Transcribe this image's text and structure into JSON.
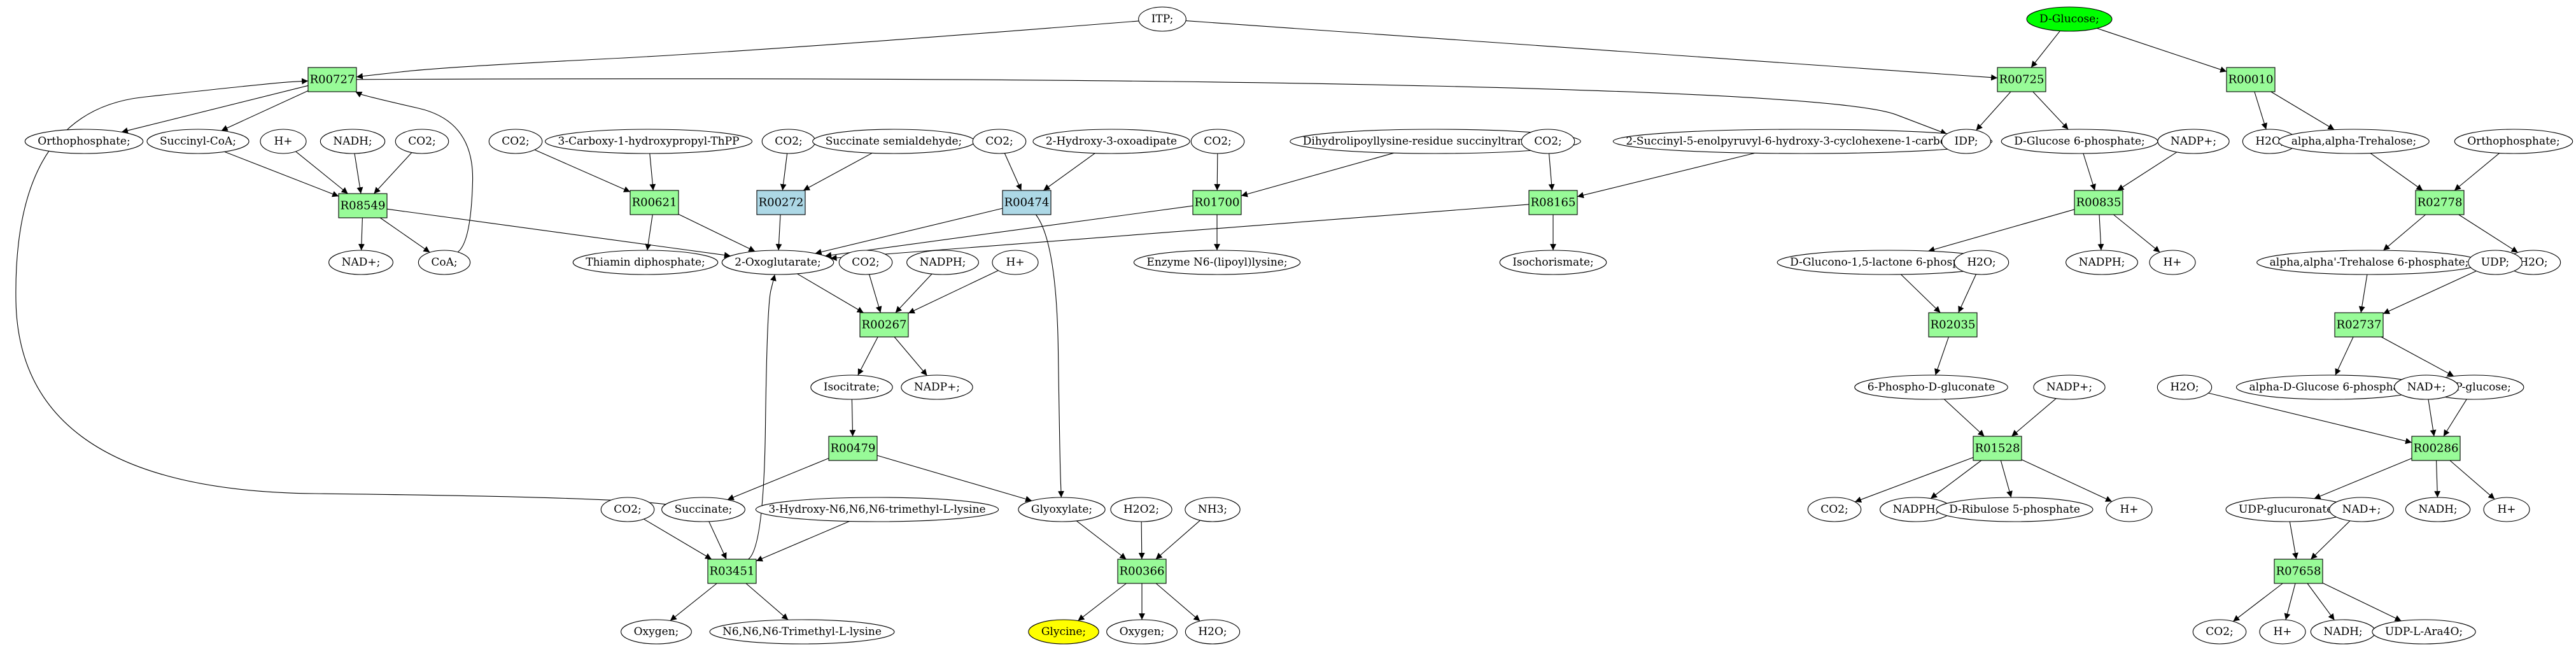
{
  "colors": {
    "reaction_green": "#98fb98",
    "reaction_blue": "#add8e6",
    "start_green": "#00ff00",
    "target_yellow": "#ffff00",
    "plain": "#ffffff",
    "stroke": "#000000"
  },
  "reactions": [
    {
      "id": "R00727",
      "label": "R00727",
      "color": "green"
    },
    {
      "id": "R08549",
      "label": "R08549",
      "color": "green"
    },
    {
      "id": "R00621",
      "label": "R00621",
      "color": "green"
    },
    {
      "id": "R00272",
      "label": "R00272",
      "color": "blue"
    },
    {
      "id": "R00474",
      "label": "R00474",
      "color": "blue"
    },
    {
      "id": "R01700",
      "label": "R01700",
      "color": "green"
    },
    {
      "id": "R08165",
      "label": "R08165",
      "color": "green"
    },
    {
      "id": "R00267",
      "label": "R00267",
      "color": "green"
    },
    {
      "id": "R00479",
      "label": "R00479",
      "color": "green"
    },
    {
      "id": "R03451",
      "label": "R03451",
      "color": "green"
    },
    {
      "id": "R00366",
      "label": "R00366",
      "color": "green"
    },
    {
      "id": "R00725",
      "label": "R00725",
      "color": "green"
    },
    {
      "id": "R00010",
      "label": "R00010",
      "color": "green"
    },
    {
      "id": "R00835",
      "label": "R00835",
      "color": "green"
    },
    {
      "id": "R02778",
      "label": "R02778",
      "color": "green"
    },
    {
      "id": "R02035",
      "label": "R02035",
      "color": "green"
    },
    {
      "id": "R02737",
      "label": "R02737",
      "color": "green"
    },
    {
      "id": "R01528",
      "label": "R01528",
      "color": "green"
    },
    {
      "id": "R00286",
      "label": "R00286",
      "color": "green"
    },
    {
      "id": "R07658",
      "label": "R07658",
      "color": "green"
    }
  ],
  "compounds": [
    {
      "id": "itp",
      "label": "ITP;",
      "fill": "plain"
    },
    {
      "id": "dglucose",
      "label": "D-Glucose;",
      "fill": "start"
    },
    {
      "id": "orthophosphate_a",
      "label": "Orthophosphate;",
      "fill": "plain"
    },
    {
      "id": "succinylcoa",
      "label": "Succinyl-CoA;",
      "fill": "plain"
    },
    {
      "id": "hplus_a",
      "label": "H+",
      "fill": "plain"
    },
    {
      "id": "nadh_a",
      "label": "NADH;",
      "fill": "plain"
    },
    {
      "id": "co2_a",
      "label": "CO2;",
      "fill": "plain"
    },
    {
      "id": "co2_b",
      "label": "CO2;",
      "fill": "plain"
    },
    {
      "id": "carboxy_thpp",
      "label": "3-Carboxy-1-hydroxypropyl-ThPP",
      "fill": "plain"
    },
    {
      "id": "co2_c",
      "label": "CO2;",
      "fill": "plain"
    },
    {
      "id": "succ_semialdehyde",
      "label": "Succinate semialdehyde;",
      "fill": "plain"
    },
    {
      "id": "co2_d",
      "label": "CO2;",
      "fill": "plain"
    },
    {
      "id": "hydroxy_oxoadipate",
      "label": "2-Hydroxy-3-oxoadipate",
      "fill": "plain"
    },
    {
      "id": "co2_e",
      "label": "CO2;",
      "fill": "plain"
    },
    {
      "id": "dihydrolipoyl",
      "label": "Dihydrolipoyllysine-residue succinyltransferase]",
      "fill": "plain"
    },
    {
      "id": "co2_f",
      "label": "CO2;",
      "fill": "plain"
    },
    {
      "id": "sephchc",
      "label": "2-Succinyl-5-enolpyruvyl-6-hydroxy-3-cyclohexene-1-carboxylate",
      "fill": "plain"
    },
    {
      "id": "nadplus_a",
      "label": "NAD+;",
      "fill": "plain"
    },
    {
      "id": "coa",
      "label": "CoA;",
      "fill": "plain"
    },
    {
      "id": "thiamin_dp",
      "label": "Thiamin diphosphate;",
      "fill": "plain"
    },
    {
      "id": "oxoglutarate",
      "label": "2-Oxoglutarate;",
      "fill": "plain"
    },
    {
      "id": "co2_g",
      "label": "CO2;",
      "fill": "plain"
    },
    {
      "id": "nadph_a",
      "label": "NADPH;",
      "fill": "plain"
    },
    {
      "id": "hplus_b",
      "label": "H+",
      "fill": "plain"
    },
    {
      "id": "enzyme_lipoyl",
      "label": "Enzyme N6-(lipoyl)lysine;",
      "fill": "plain"
    },
    {
      "id": "isochorismate",
      "label": "Isochorismate;",
      "fill": "plain"
    },
    {
      "id": "isocitrate",
      "label": "Isocitrate;",
      "fill": "plain"
    },
    {
      "id": "nadpplus_a",
      "label": "NADP+;",
      "fill": "plain"
    },
    {
      "id": "succinate",
      "label": "Succinate;",
      "fill": "plain"
    },
    {
      "id": "glyoxylate",
      "label": "Glyoxylate;",
      "fill": "plain"
    },
    {
      "id": "co2_h",
      "label": "CO2;",
      "fill": "plain"
    },
    {
      "id": "hydroxy_trimethyllysine",
      "label": "3-Hydroxy-N6,N6,N6-trimethyl-L-lysine",
      "fill": "plain"
    },
    {
      "id": "h2o2",
      "label": "H2O2;",
      "fill": "plain"
    },
    {
      "id": "nh3",
      "label": "NH3;",
      "fill": "plain"
    },
    {
      "id": "oxygen_a",
      "label": "Oxygen;",
      "fill": "plain"
    },
    {
      "id": "trimethyllysine",
      "label": "N6,N6,N6-Trimethyl-L-lysine",
      "fill": "plain"
    },
    {
      "id": "glycine",
      "label": "Glycine;",
      "fill": "target"
    },
    {
      "id": "oxygen_b",
      "label": "Oxygen;",
      "fill": "plain"
    },
    {
      "id": "h2o_a",
      "label": "H2O;",
      "fill": "plain"
    },
    {
      "id": "idp",
      "label": "IDP;",
      "fill": "plain"
    },
    {
      "id": "g6p",
      "label": "D-Glucose 6-phosphate;",
      "fill": "plain"
    },
    {
      "id": "nadpplus_b",
      "label": "NADP+;",
      "fill": "plain"
    },
    {
      "id": "h2o_b",
      "label": "H2O;",
      "fill": "plain"
    },
    {
      "id": "trehalose",
      "label": "alpha,alpha-Trehalose;",
      "fill": "plain"
    },
    {
      "id": "orthophosphate_b",
      "label": "Orthophosphate;",
      "fill": "plain"
    },
    {
      "id": "glucono_lactone",
      "label": "D-Glucono-1,5-lactone 6-phosphate;",
      "fill": "plain"
    },
    {
      "id": "nadph_b",
      "label": "NADPH;",
      "fill": "plain"
    },
    {
      "id": "hplus_c",
      "label": "H+",
      "fill": "plain"
    },
    {
      "id": "h2o_c",
      "label": "H2O;",
      "fill": "plain"
    },
    {
      "id": "trehalose6p",
      "label": "alpha,alpha'-Trehalose 6-phosphate;",
      "fill": "plain"
    },
    {
      "id": "h2o_d",
      "label": "H2O;",
      "fill": "plain"
    },
    {
      "id": "udp",
      "label": "UDP;",
      "fill": "plain"
    },
    {
      "id": "phosphogluconate",
      "label": "6-Phospho-D-gluconate",
      "fill": "plain"
    },
    {
      "id": "nadpplus_c",
      "label": "NADP+;",
      "fill": "plain"
    },
    {
      "id": "aglucose6p",
      "label": "alpha-D-Glucose 6-phosphate",
      "fill": "plain"
    },
    {
      "id": "udpglucose",
      "label": "UDP-glucose;",
      "fill": "plain"
    },
    {
      "id": "h2o_e",
      "label": "H2O;",
      "fill": "plain"
    },
    {
      "id": "nadplus_b",
      "label": "NAD+;",
      "fill": "plain"
    },
    {
      "id": "co2_i",
      "label": "CO2;",
      "fill": "plain"
    },
    {
      "id": "nadph_c",
      "label": "NADPH;",
      "fill": "plain"
    },
    {
      "id": "ribulose5p",
      "label": "D-Ribulose 5-phosphate",
      "fill": "plain"
    },
    {
      "id": "hplus_d",
      "label": "H+",
      "fill": "plain"
    },
    {
      "id": "udpglucuronate",
      "label": "UDP-glucuronate;",
      "fill": "plain"
    },
    {
      "id": "nadh_b",
      "label": "NADH;",
      "fill": "plain"
    },
    {
      "id": "hplus_e",
      "label": "H+",
      "fill": "plain"
    },
    {
      "id": "nadplus_c",
      "label": "NAD+;",
      "fill": "plain"
    },
    {
      "id": "co2_j",
      "label": "CO2;",
      "fill": "plain"
    },
    {
      "id": "hplus_f",
      "label": "H+",
      "fill": "plain"
    },
    {
      "id": "nadh_c",
      "label": "NADH;",
      "fill": "plain"
    },
    {
      "id": "udp_ara4o",
      "label": "UDP-L-Ara4O;",
      "fill": "plain"
    }
  ],
  "edges": [
    [
      "itp",
      "R00727"
    ],
    [
      "itp",
      "R00725"
    ],
    [
      "dglucose",
      "R00725"
    ],
    [
      "dglucose",
      "R00010"
    ],
    [
      "R00727",
      "orthophosphate_a"
    ],
    [
      "R00727",
      "succinylcoa"
    ],
    [
      "R00727",
      "idp"
    ],
    [
      "succinylcoa",
      "R08549"
    ],
    [
      "hplus_a",
      "R08549"
    ],
    [
      "nadh_a",
      "R08549"
    ],
    [
      "co2_a",
      "R08549"
    ],
    [
      "R08549",
      "nadplus_a"
    ],
    [
      "R08549",
      "coa"
    ],
    [
      "R08549",
      "oxoglutarate"
    ],
    [
      "coa",
      "R00727"
    ],
    [
      "succinate",
      "R00727"
    ],
    [
      "co2_b",
      "R00621"
    ],
    [
      "carboxy_thpp",
      "R00621"
    ],
    [
      "R00621",
      "thiamin_dp"
    ],
    [
      "R00621",
      "oxoglutarate"
    ],
    [
      "co2_c",
      "R00272"
    ],
    [
      "succ_semialdehyde",
      "R00272"
    ],
    [
      "R00272",
      "oxoglutarate"
    ],
    [
      "co2_d",
      "R00474"
    ],
    [
      "hydroxy_oxoadipate",
      "R00474"
    ],
    [
      "R00474",
      "oxoglutarate"
    ],
    [
      "R00474",
      "glyoxylate"
    ],
    [
      "co2_e",
      "R01700"
    ],
    [
      "dihydrolipoyl",
      "R01700"
    ],
    [
      "R01700",
      "oxoglutarate"
    ],
    [
      "R01700",
      "enzyme_lipoyl"
    ],
    [
      "co2_f",
      "R08165"
    ],
    [
      "sephchc",
      "R08165"
    ],
    [
      "R08165",
      "oxoglutarate"
    ],
    [
      "R08165",
      "isochorismate"
    ],
    [
      "oxoglutarate",
      "R00267"
    ],
    [
      "co2_g",
      "R00267"
    ],
    [
      "nadph_a",
      "R00267"
    ],
    [
      "hplus_b",
      "R00267"
    ],
    [
      "R00267",
      "isocitrate"
    ],
    [
      "R00267",
      "nadpplus_a"
    ],
    [
      "isocitrate",
      "R00479"
    ],
    [
      "R00479",
      "succinate"
    ],
    [
      "R00479",
      "glyoxylate"
    ],
    [
      "succinate",
      "R03451"
    ],
    [
      "co2_h",
      "R03451"
    ],
    [
      "hydroxy_trimethyllysine",
      "R03451"
    ],
    [
      "R03451",
      "oxoglutarate"
    ],
    [
      "R03451",
      "oxygen_a"
    ],
    [
      "R03451",
      "trimethyllysine"
    ],
    [
      "glyoxylate",
      "R00366"
    ],
    [
      "h2o2",
      "R00366"
    ],
    [
      "nh3",
      "R00366"
    ],
    [
      "R00366",
      "glycine"
    ],
    [
      "R00366",
      "oxygen_b"
    ],
    [
      "R00366",
      "h2o_a"
    ],
    [
      "R00725",
      "idp"
    ],
    [
      "R00725",
      "g6p"
    ],
    [
      "g6p",
      "R00835"
    ],
    [
      "nadpplus_b",
      "R00835"
    ],
    [
      "R00835",
      "glucono_lactone"
    ],
    [
      "R00835",
      "nadph_b"
    ],
    [
      "R00835",
      "hplus_c"
    ],
    [
      "R00010",
      "h2o_b"
    ],
    [
      "R00010",
      "trehalose"
    ],
    [
      "trehalose",
      "R02778"
    ],
    [
      "orthophosphate_b",
      "R02778"
    ],
    [
      "R02778",
      "trehalose6p"
    ],
    [
      "R02778",
      "h2o_d"
    ],
    [
      "glucono_lactone",
      "R02035"
    ],
    [
      "h2o_c",
      "R02035"
    ],
    [
      "R02035",
      "phosphogluconate"
    ],
    [
      "phosphogluconate",
      "R01528"
    ],
    [
      "nadpplus_c",
      "R01528"
    ],
    [
      "R01528",
      "co2_i"
    ],
    [
      "R01528",
      "nadph_c"
    ],
    [
      "R01528",
      "ribulose5p"
    ],
    [
      "R01528",
      "hplus_d"
    ],
    [
      "trehalose6p",
      "R02737"
    ],
    [
      "udp",
      "R02737"
    ],
    [
      "R02737",
      "aglucose6p"
    ],
    [
      "R02737",
      "udpglucose"
    ],
    [
      "h2o_e",
      "R00286"
    ],
    [
      "nadplus_b",
      "R00286"
    ],
    [
      "udpglucose",
      "R00286"
    ],
    [
      "R00286",
      "udpglucuronate"
    ],
    [
      "R00286",
      "nadh_b"
    ],
    [
      "R00286",
      "hplus_e"
    ],
    [
      "udpglucuronate",
      "R07658"
    ],
    [
      "nadplus_c",
      "R07658"
    ],
    [
      "R07658",
      "co2_j"
    ],
    [
      "R07658",
      "hplus_f"
    ],
    [
      "R07658",
      "nadh_c"
    ],
    [
      "R07658",
      "udp_ara4o"
    ]
  ]
}
